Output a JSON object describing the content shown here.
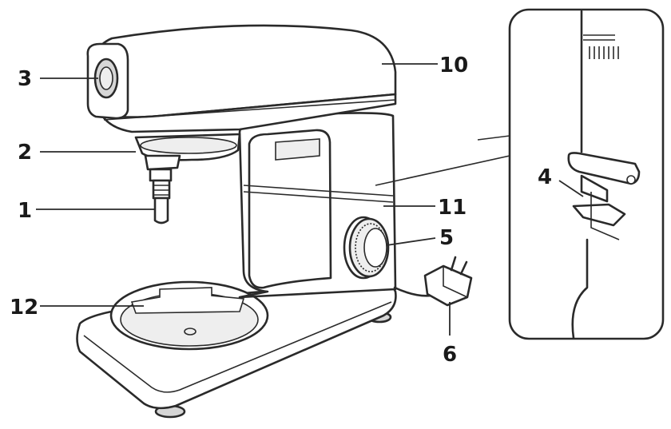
{
  "figure": {
    "callouts": [
      {
        "id": "1",
        "label": "1"
      },
      {
        "id": "2",
        "label": "2"
      },
      {
        "id": "3",
        "label": "3"
      },
      {
        "id": "4",
        "label": "4"
      },
      {
        "id": "5",
        "label": "5"
      },
      {
        "id": "6",
        "label": "6"
      },
      {
        "id": "10",
        "label": "10"
      },
      {
        "id": "11",
        "label": "11"
      },
      {
        "id": "12",
        "label": "12"
      }
    ]
  }
}
